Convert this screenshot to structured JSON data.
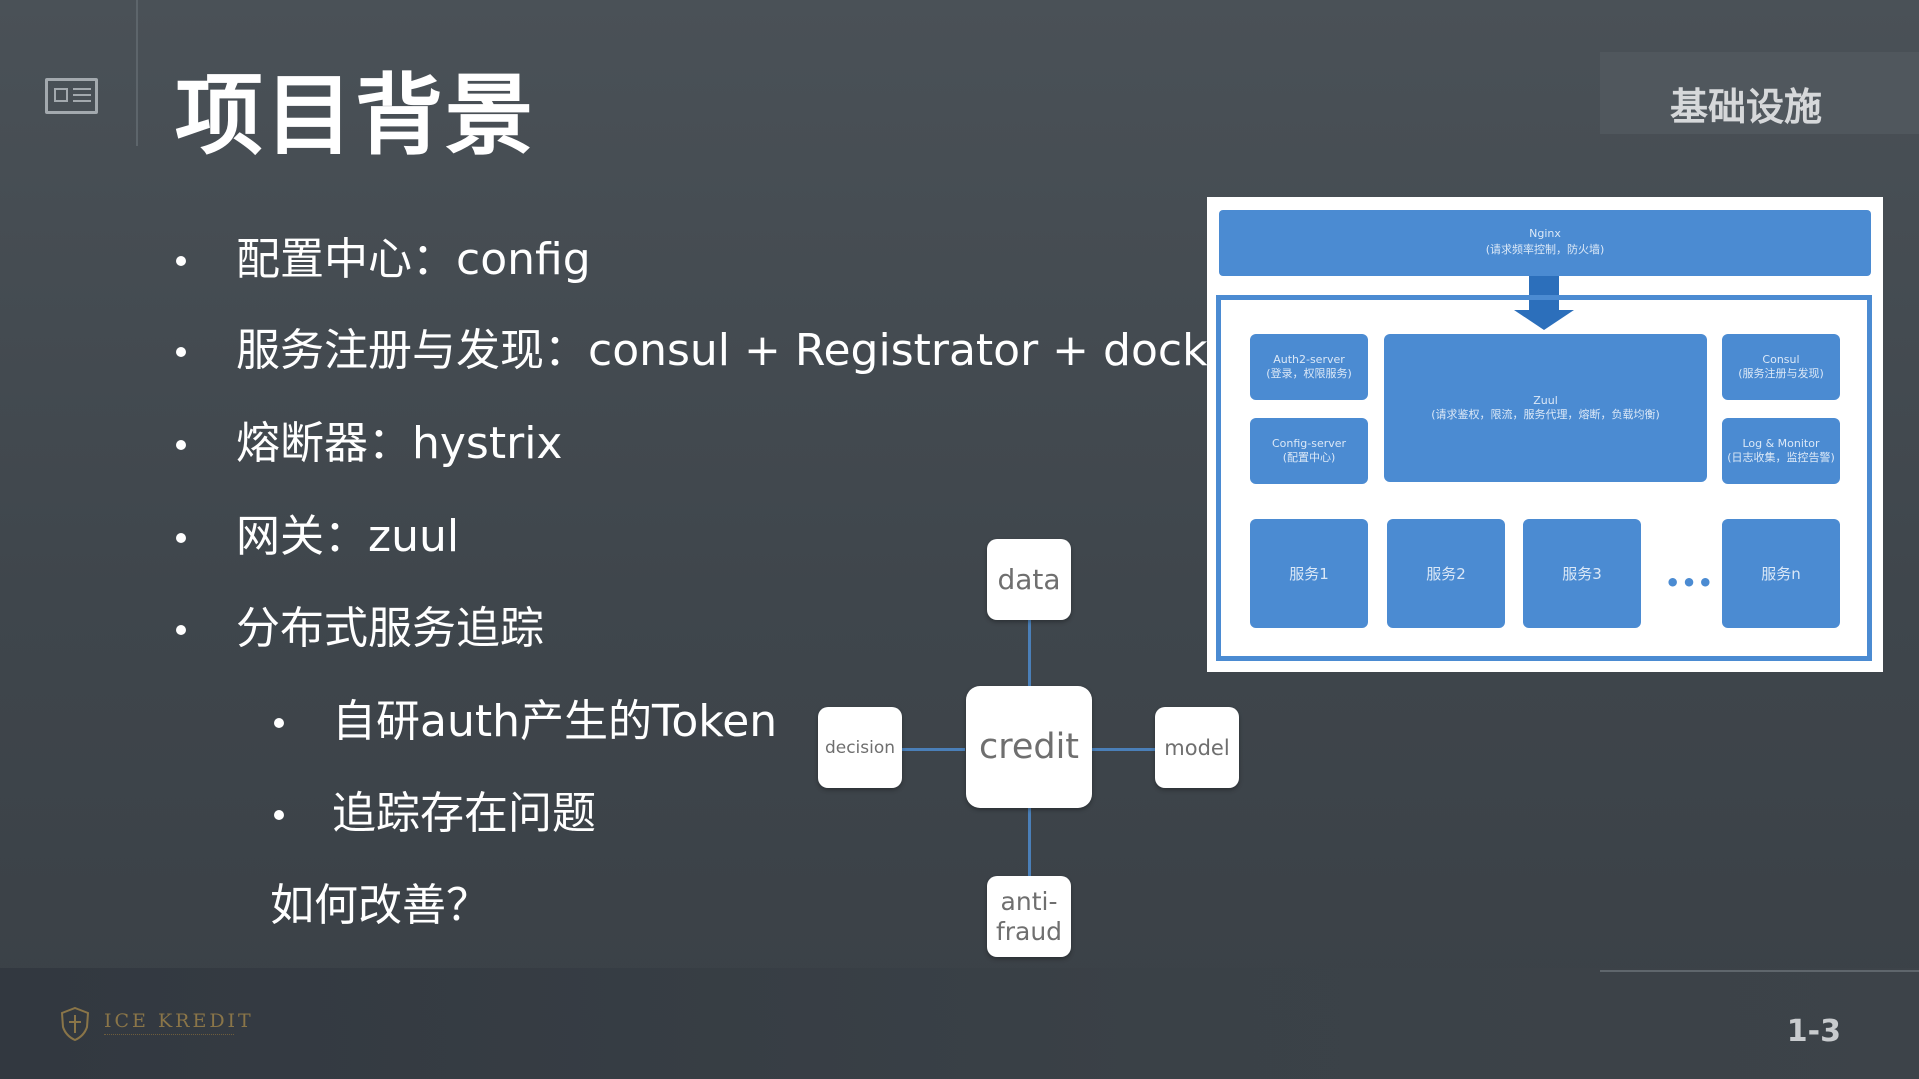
{
  "slide": {
    "title": "项目背景",
    "section": "基础设施",
    "page_number": "1-3"
  },
  "bullets": {
    "b1": "配置中心：config",
    "b2": "服务注册与发现：consul + Registrator + docker",
    "b3": "熔断器：hystrix",
    "b4": "网关：zuul",
    "b5": "分布式服务追踪",
    "sub1": "自研auth产生的Token",
    "sub2": "追踪存在问题",
    "question": "如何改善？"
  },
  "architecture": {
    "nginx_line1": "Nginx",
    "nginx_line2": "(请求频率控制，防火墙)",
    "auth_line1": "Auth2-server",
    "auth_line2": "(登录，权限服务)",
    "config_line1": "Config-server",
    "config_line2": "(配置中心)",
    "zuul_line1": "Zuul",
    "zuul_line2": "(请求鉴权，限流，服务代理，熔断，负载均衡)",
    "consul_line1": "Consul",
    "consul_line2": "(服务注册与发现)",
    "log_line1": "Log & Monitor",
    "log_line2": "(日志收集，监控告警)",
    "svc1": "服务1",
    "svc2": "服务2",
    "svc3": "服务3",
    "svc_ellipsis": "•••",
    "svcn": "服务n"
  },
  "hub_diagram": {
    "center": "credit",
    "top": "data",
    "left": "decision",
    "right": "model",
    "bottom": "anti-\nfraud"
  },
  "footer": {
    "logo_text": "ICE KREDIT"
  }
}
